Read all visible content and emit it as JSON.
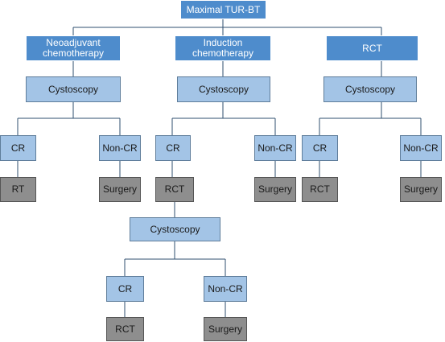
{
  "nodes": {
    "root": "Maximal TUR-BT",
    "neoadjuvant": "Neoadjuvant\nchemotherapy",
    "induction": "Induction\nchemotherapy",
    "rct_top": "RCT",
    "cysto_left": "Cystoscopy",
    "cysto_mid": "Cystoscopy",
    "cysto_right": "Cystoscopy",
    "cr_left": "CR",
    "noncr_left": "Non-CR",
    "cr_mid": "CR",
    "noncr_mid": "Non-CR",
    "cr_right": "CR",
    "noncr_right": "Non-CR",
    "rt_left": "RT",
    "surgery_left": "Surgery",
    "rct_mid": "RCT",
    "surgery_mid": "Surgery",
    "rct_right": "RCT",
    "surgery_right": "Surgery",
    "cysto_low": "Cystoscopy",
    "cr_low": "CR",
    "noncr_low": "Non-CR",
    "rct_low": "RCT",
    "surgery_low": "Surgery"
  },
  "colors": {
    "treatment": "#4e8ccc",
    "evaluation": "#a3c4e6",
    "outcome": "#8e8e8e",
    "connector": "#2f4f6f"
  }
}
